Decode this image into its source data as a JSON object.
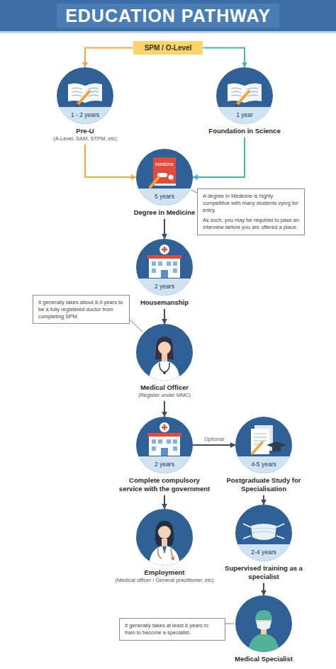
{
  "diagram": {
    "title": "EDUCATION PATHWAY",
    "nodes": [
      {
        "text": [
          "SPM / O-Level"
        ]
      },
      {
        "text": [
          "1 - 2 years",
          "Pre-U",
          "(A-Level, SAM, STPM, etc)"
        ]
      },
      {
        "text": [
          "1 year",
          "Foundation in Science"
        ]
      },
      {
        "text": [
          "medicine",
          "5 years",
          "Degree in Medicine"
        ]
      },
      {
        "text": [
          "A degree in Medicine is highly competitive with many students vying for entry.",
          "As such, you may be required to pass an interview before you are offered a place."
        ]
      },
      {
        "text": [
          "2 years",
          "Housemanship"
        ]
      },
      {
        "text": [
          "It generally takes about 8-9 years to be a fully registered doctor from completing SPM."
        ]
      },
      {
        "text": [
          "Medical Officer",
          "(Register under MMC)"
        ]
      },
      {
        "text": [
          "2 years",
          "Complete compulsory service with the government"
        ]
      },
      {
        "text": [
          "4-5 years",
          "Postgraduate Study for Specialisation"
        ]
      },
      {
        "text": [
          "Employment",
          "(Medical officer / General practitioner, etc)"
        ]
      },
      {
        "text": [
          "2-4 years",
          "Supervised training as a specialist"
        ]
      },
      {
        "text": [
          "It generally takes at least 6 years to train to become a specialist."
        ]
      },
      {
        "text": [
          "Medical Specialist"
        ]
      }
    ],
    "edges": [
      {
        "from": 0,
        "to": 1,
        "arrow": "to"
      },
      {
        "from": 0,
        "to": 2,
        "arrow": "to"
      },
      {
        "from": 1,
        "to": 3,
        "arrow": "to"
      },
      {
        "from": 2,
        "to": 3,
        "arrow": "to"
      },
      {
        "from": 4,
        "to": 3,
        "arrow": "none"
      },
      {
        "from": 3,
        "to": 5,
        "arrow": "to"
      },
      {
        "from": 6,
        "to": 7,
        "arrow": "none"
      },
      {
        "from": 5,
        "to": 7,
        "arrow": "to"
      },
      {
        "from": 7,
        "to": 8,
        "arrow": "to"
      },
      {
        "from": 8,
        "to": 9,
        "label": "Optional",
        "arrow": "to"
      },
      {
        "from": 8,
        "to": 10,
        "arrow": "to"
      },
      {
        "from": 9,
        "to": 11,
        "arrow": "to"
      },
      {
        "from": 11,
        "to": 13,
        "arrow": "to"
      },
      {
        "from": 12,
        "to": 13,
        "arrow": "none"
      }
    ]
  }
}
